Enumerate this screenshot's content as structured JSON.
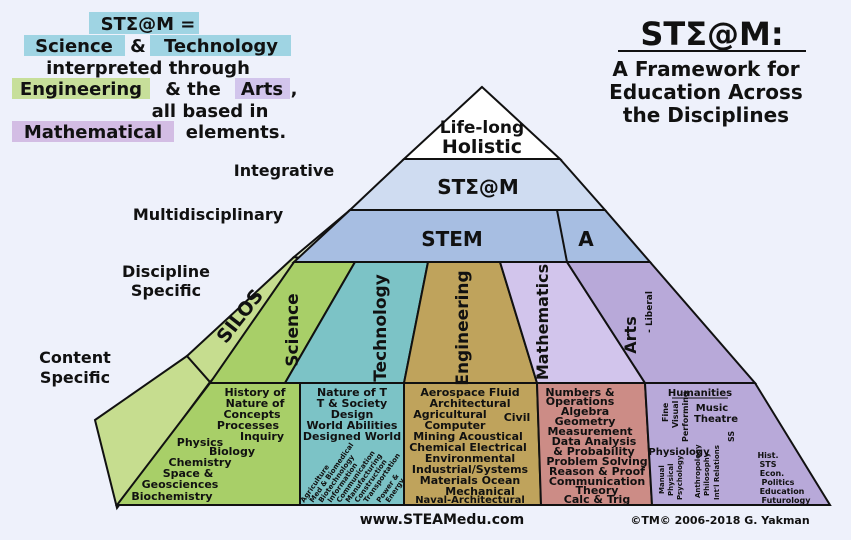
{
  "definition": {
    "line1": "STΣ@M =",
    "line2a": "Science",
    "line2b": "&",
    "line2c": "Technology",
    "line3": "interpreted through",
    "line4a": "Engineering",
    "line4b": "& the",
    "line4c": "Arts",
    "line4d": ",",
    "line5": "all based in",
    "line6a": "Mathematical",
    "line6b": "elements."
  },
  "title": {
    "main": "STΣ@M:",
    "line1": "A Framework for",
    "line2": "Education Across",
    "line3": "the Disciplines"
  },
  "levels": {
    "integrative": "Integrative",
    "multidisciplinary": "Multidisciplinary",
    "discipline1": "Discipline",
    "discipline2": "Specific",
    "content1": "Content",
    "content2": "Specific"
  },
  "pyramid": {
    "top1": "Life-long",
    "top2": "Holistic",
    "steam": "STΣ@M",
    "stem": "STEM",
    "a": "A",
    "silos": "SILOS"
  },
  "subjects": {
    "science": "Science",
    "technology": "Technology",
    "engineering": "Engineering",
    "mathematics": "Mathematics",
    "arts": "Arts",
    "arts_sub": "- Liberal"
  },
  "content": {
    "science": [
      "History of",
      "Nature of",
      "Concepts",
      "Processes",
      "Inquiry",
      "Physics",
      "Biology",
      "Chemistry",
      "Space &",
      "Geosciences",
      "Biochemistry"
    ],
    "technology_top": [
      "Nature of T",
      "T & Society",
      "Design",
      "World Abilities",
      "Designed World"
    ],
    "technology_rot": [
      "Agriculture",
      "Med & Biomedical",
      "Biotechnology",
      "Information",
      "Communication",
      "Manufacturing",
      "Construction",
      "Transportation",
      "Power &",
      "Energy"
    ],
    "engineering": [
      "Aerospace  Fluid",
      "Architectural",
      "Agricultural",
      "Civil",
      "Computer",
      "Mining  Acoustical",
      "Chemical  Electrical",
      "Environmental",
      "Industrial/Systems",
      "Materials   Ocean",
      "Mechanical",
      "Naval-Architectural"
    ],
    "mathematics": [
      "Numbers &",
      "Operations",
      "Algebra",
      "Geometry",
      "Measurement",
      "Data Analysis",
      "& Probability",
      "Problem Solving",
      "Reason & Proof",
      "Communication",
      "Theory",
      "Calc & Trig"
    ],
    "arts": {
      "humanities": "Humanities",
      "fine": "Fine",
      "visual": "Visual",
      "performing": "Performing",
      "music": "Music",
      "theatre": "Theatre",
      "physiology": "Physiology",
      "ss": "SS",
      "manual": "Manual",
      "physical": "Physical",
      "psychology": "Psychology",
      "anthropology": "Anthropology",
      "philosophy": "Philosophy",
      "intl": "Int'l Relations",
      "right": [
        "Hist.",
        "STS",
        "Econ.",
        "Politics",
        "Education",
        "Futurology"
      ]
    }
  },
  "footer": {
    "website": "www.STEAMedu.com",
    "copyright": "©TM© 2006-2018 G. Yakman"
  },
  "colors": {
    "background": "#eef1fb",
    "silos": "#c6dd8f",
    "science": "#a8cf68",
    "technology": "#7cc3c6",
    "engineering": "#bfa35c",
    "mathematics": "#cc8c86",
    "arts": "#b8a9d9",
    "stem": "#a7bee2",
    "steam": "#cfdcf1",
    "science_hl": "#9fd4e3",
    "engineering_hl": "#c7df9a",
    "arts_hl": "#d2c5ec",
    "math_hl": "#d3bde4"
  }
}
